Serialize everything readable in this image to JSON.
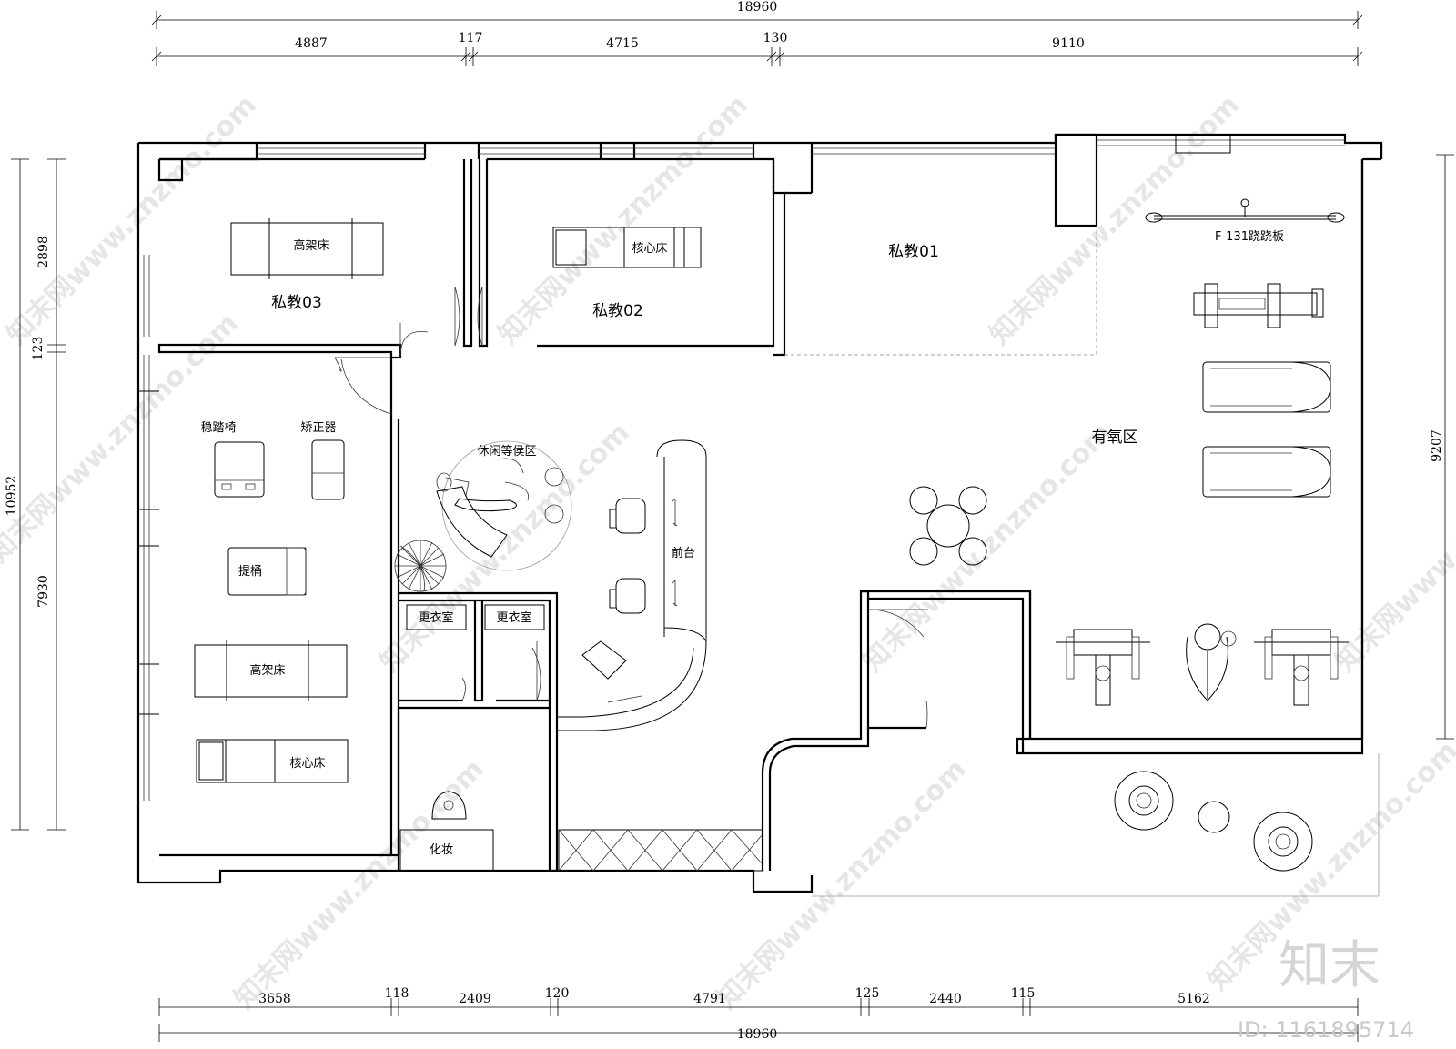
{
  "dimensions": {
    "top_total": "18960",
    "top_segments": [
      "4887",
      "117",
      "4715",
      "130",
      "9110"
    ],
    "bottom_total": "18960",
    "bottom_segments": [
      "3658",
      "118",
      "2409",
      "120",
      "4791",
      "125",
      "2440",
      "115",
      "5162"
    ],
    "left_total": "10952",
    "left_segments": [
      "2898",
      "123",
      "7930"
    ],
    "right_total": "9207"
  },
  "rooms": {
    "private_03": "私教03",
    "private_02": "私教02",
    "private_01": "私教01",
    "cardio_zone": "有氧区",
    "waiting_area": "休闲等侯区",
    "reception": "前台",
    "changing_room_1": "更衣室",
    "changing_room_2": "更衣室",
    "makeup": "化妆"
  },
  "equipment": {
    "high_bed_1": "高架床",
    "core_bed_1": "核心床",
    "stable_chair": "稳踏椅",
    "corrector": "矫正器",
    "bucket": "提桶",
    "high_bed_2": "高架床",
    "core_bed_2": "核心床",
    "seesaw": "F-131跷跷板"
  },
  "watermark": {
    "site_text": "知末网www.znzmo.com",
    "brand": "知末",
    "id_text": "ID: 1161895714"
  }
}
